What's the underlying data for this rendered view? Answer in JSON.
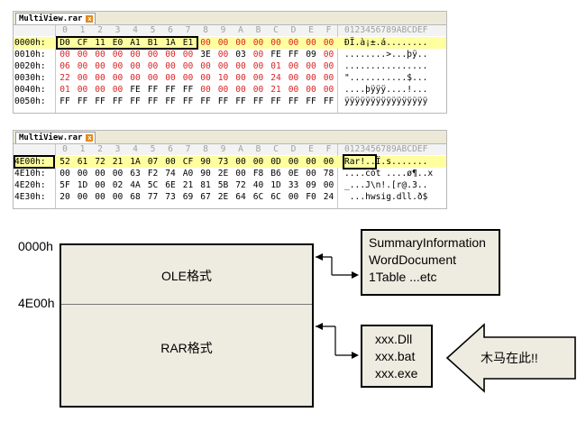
{
  "top_panel": {
    "tab_label": "MultiView.rar",
    "header_cols": [
      "0",
      "1",
      "2",
      "3",
      "4",
      "5",
      "6",
      "7",
      "8",
      "9",
      "A",
      "B",
      "C",
      "D",
      "E",
      "F"
    ],
    "ascii_header": "0123456789ABCDEF",
    "rows": [
      {
        "offset": "0000h:",
        "cells": [
          "D0",
          "CF",
          "11",
          "E0",
          "A1",
          "B1",
          "1A",
          "E1",
          "00",
          "00",
          "00",
          "00",
          "00",
          "00",
          "00",
          "00"
        ],
        "ascii": "ÐÏ.à¡±.á........",
        "highlight": true
      },
      {
        "offset": "0010h:",
        "cells": [
          "00",
          "00",
          "00",
          "00",
          "00",
          "00",
          "00",
          "00",
          "3E",
          "00",
          "03",
          "00",
          "FE",
          "FF",
          "09",
          "00"
        ],
        "ascii": "........>...þÿ..",
        "highlight": false
      },
      {
        "offset": "0020h:",
        "cells": [
          "06",
          "00",
          "00",
          "00",
          "00",
          "00",
          "00",
          "00",
          "00",
          "00",
          "00",
          "00",
          "01",
          "00",
          "00",
          "00"
        ],
        "ascii": "................",
        "highlight": false
      },
      {
        "offset": "0030h:",
        "cells": [
          "22",
          "00",
          "00",
          "00",
          "00",
          "00",
          "00",
          "00",
          "00",
          "10",
          "00",
          "00",
          "24",
          "00",
          "00",
          "00"
        ],
        "ascii": "\"...........$...",
        "highlight": false
      },
      {
        "offset": "0040h:",
        "cells": [
          "01",
          "00",
          "00",
          "00",
          "FE",
          "FF",
          "FF",
          "FF",
          "00",
          "00",
          "00",
          "00",
          "21",
          "00",
          "00",
          "00"
        ],
        "ascii": "....þÿÿÿ....!...",
        "highlight": false
      },
      {
        "offset": "0050h:",
        "cells": [
          "FF",
          "FF",
          "FF",
          "FF",
          "FF",
          "FF",
          "FF",
          "FF",
          "FF",
          "FF",
          "FF",
          "FF",
          "FF",
          "FF",
          "FF",
          "FF"
        ],
        "ascii": "ÿÿÿÿÿÿÿÿÿÿÿÿÿÿÿÿ",
        "highlight": false
      }
    ]
  },
  "bottom_panel": {
    "tab_label": "MultiView.rar",
    "header_cols": [
      "0",
      "1",
      "2",
      "3",
      "4",
      "5",
      "6",
      "7",
      "8",
      "9",
      "A",
      "B",
      "C",
      "D",
      "E",
      "F"
    ],
    "ascii_header": "0123456789ABCDEF",
    "rows": [
      {
        "offset": "4E00h:",
        "cells": [
          "52",
          "61",
          "72",
          "21",
          "1A",
          "07",
          "00",
          "CF",
          "90",
          "73",
          "00",
          "00",
          "0D",
          "00",
          "00",
          "00"
        ],
        "ascii": "Rar!..Ï.s.......",
        "highlight": true
      },
      {
        "offset": "4E10h:",
        "cells": [
          "00",
          "00",
          "00",
          "00",
          "63",
          "F2",
          "74",
          "A0",
          "90",
          "2E",
          "00",
          "F8",
          "B6",
          "0E",
          "00",
          "78"
        ],
        "ascii": "....còt ....ø¶..x",
        "highlight": false
      },
      {
        "offset": "4E20h:",
        "cells": [
          "5F",
          "1D",
          "00",
          "02",
          "4A",
          "5C",
          "6E",
          "21",
          "81",
          "5B",
          "72",
          "40",
          "1D",
          "33",
          "09",
          "00"
        ],
        "ascii": "_...J\\n!.[r@.3..",
        "highlight": false
      },
      {
        "offset": "4E30h:",
        "cells": [
          "20",
          "00",
          "00",
          "00",
          "68",
          "77",
          "73",
          "69",
          "67",
          "2E",
          "64",
          "6C",
          "6C",
          "00",
          "F0",
          "24"
        ],
        "ascii": " ...hwsig.dll.ð$",
        "highlight": false
      }
    ]
  },
  "diagram": {
    "offset_top": "0000h",
    "offset_mid": "4E00h",
    "section_ole": "OLE格式",
    "section_rar": "RAR格式",
    "ole_contents": [
      "SummaryInformation",
      "WordDocument",
      "1Table ...etc"
    ],
    "rar_contents": [
      "xxx.Dll",
      "xxx.bat",
      "xxx.exe"
    ],
    "trojan_label": "木马在此!!"
  }
}
